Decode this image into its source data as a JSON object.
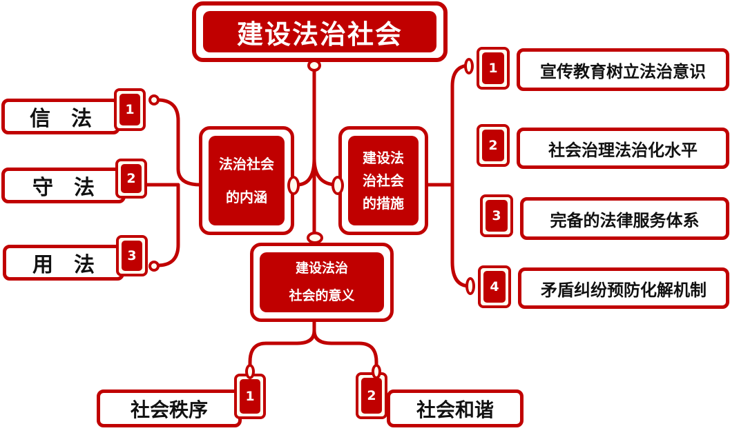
{
  "title": "建设法治社会",
  "colors": {
    "primary": "#c00000",
    "accent_fill": "#fffdf0",
    "text_dark": "#111111",
    "text_light": "#ffffff"
  },
  "branches": {
    "connotation": {
      "label_line1": "法治社会",
      "label_line2": "的内涵",
      "items": [
        {
          "num": "1",
          "text": "信　法"
        },
        {
          "num": "2",
          "text": "守　法"
        },
        {
          "num": "3",
          "text": "用　法"
        }
      ]
    },
    "measures": {
      "label_line1": "建设法",
      "label_line2": "治社会",
      "label_line3": "的措施",
      "items": [
        {
          "num": "1",
          "text": "宣传教育树立法治意识"
        },
        {
          "num": "2",
          "text": "社会治理法治化水平"
        },
        {
          "num": "3",
          "text": "完备的法律服务体系"
        },
        {
          "num": "4",
          "text": "矛盾纠纷预防化解机制"
        }
      ]
    },
    "significance": {
      "label_line1": "建设法治",
      "label_line2": "社会的意义",
      "items": [
        {
          "num": "1",
          "text": "社会秩序"
        },
        {
          "num": "2",
          "text": "社会和谐"
        }
      ]
    }
  }
}
